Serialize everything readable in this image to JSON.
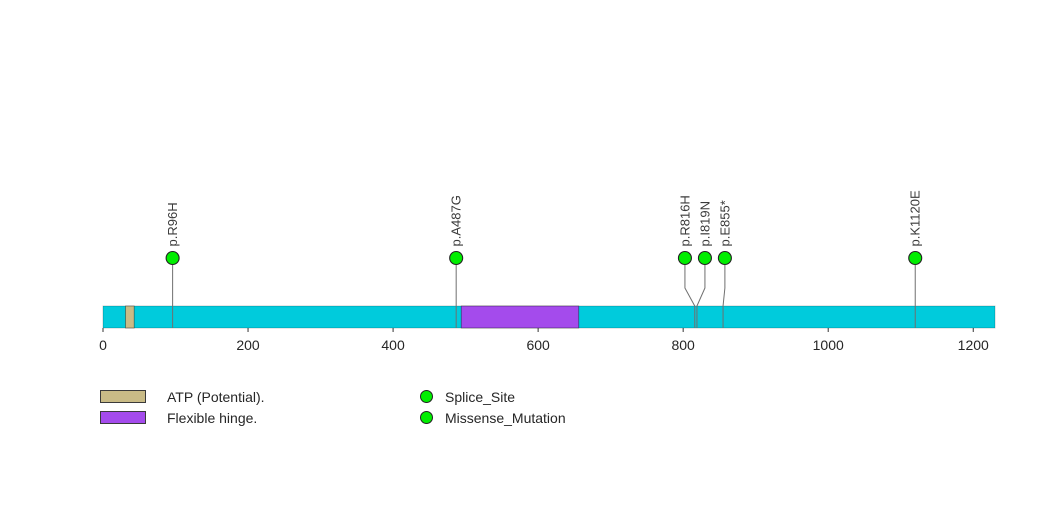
{
  "chart_data": {
    "type": "lollipop",
    "title": "",
    "xlabel": "",
    "ylabel": "",
    "axis": {
      "xlim": [
        0,
        1230
      ],
      "ticks": [
        0,
        200,
        400,
        600,
        800,
        1000,
        1200
      ],
      "grid": false
    },
    "protein": {
      "length": 1230,
      "backbone_color": "#00CBDC"
    },
    "domains": [
      {
        "name": "ATP (Potential).",
        "start": 31,
        "end": 43,
        "color": "#C9BB86"
      },
      {
        "name": "Flexible hinge.",
        "start": 494,
        "end": 656,
        "color": "#A44BEC"
      }
    ],
    "mutations": [
      {
        "label": "p.R96H",
        "position": 96,
        "color": "#00EE00"
      },
      {
        "label": "p.A487G",
        "position": 487,
        "color": "#00EE00"
      },
      {
        "label": "p.R816H",
        "position": 816,
        "color": "#00EE00"
      },
      {
        "label": "p.I819N",
        "position": 819,
        "color": "#00EE00"
      },
      {
        "label": "p.E855*",
        "position": 855,
        "color": "#00EE00"
      },
      {
        "label": "p.K1120E",
        "position": 1120,
        "color": "#00EE00"
      }
    ],
    "stem_color": "#6f6f6f",
    "legend_position": "bottom"
  },
  "legend": {
    "domains": [
      {
        "label": "ATP (Potential).",
        "color": "#C9BB86"
      },
      {
        "label": "Flexible hinge.",
        "color": "#A44BEC"
      }
    ],
    "mutation_types": [
      {
        "label": "Splice_Site",
        "color": "#00EE00"
      },
      {
        "label": "Missense_Mutation",
        "color": "#00EE00"
      }
    ]
  }
}
